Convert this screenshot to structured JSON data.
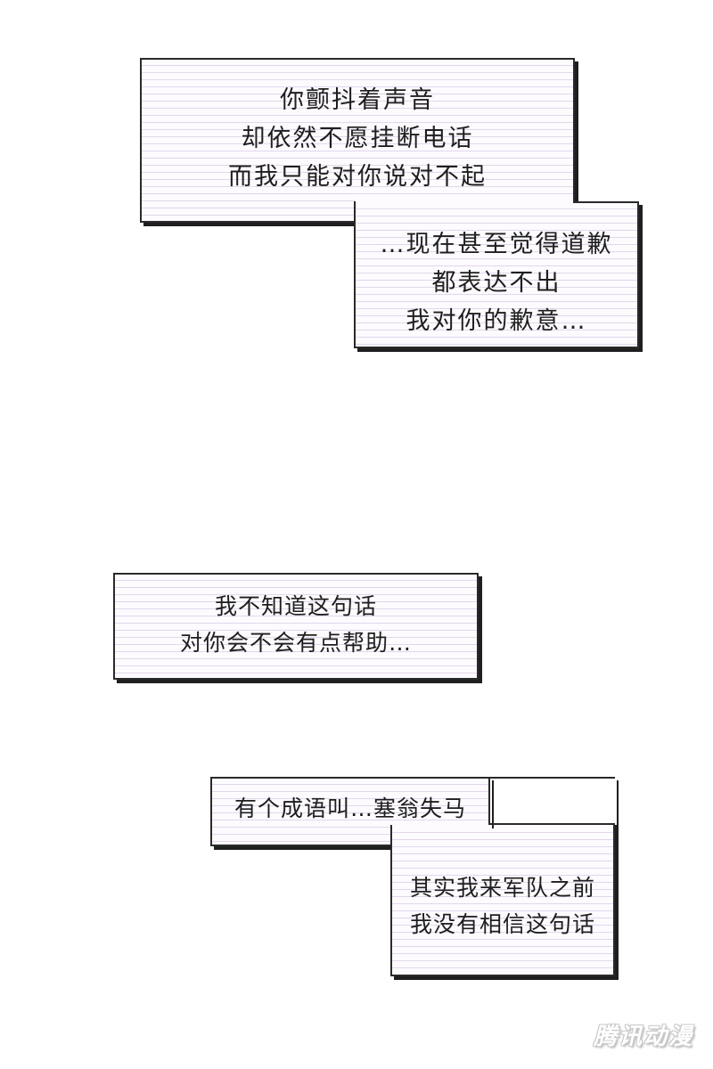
{
  "captions": [
    {
      "id": "caption-1",
      "lines": [
        "你颤抖着声音",
        "却依然不愿挂断电话",
        "而我只能对你说对不起"
      ]
    },
    {
      "id": "caption-2",
      "lines": [
        "…现在甚至觉得道歉",
        "都表达不出",
        "我对你的歉意…"
      ]
    },
    {
      "id": "caption-3",
      "lines": [
        "我不知道这句话",
        "对你会不会有点帮助…"
      ]
    },
    {
      "id": "caption-4",
      "lines": [
        "有个成语叫…塞翁失马"
      ]
    },
    {
      "id": "caption-5",
      "lines": [
        "其实我来军队之前",
        "我没有相信这句话"
      ]
    }
  ],
  "watermark": "腾讯动漫",
  "colors": {
    "background": "#ffffff",
    "paper": "#fdfbfe",
    "ruled_line": "#e2d7ec",
    "border": "#2a2a2a",
    "text": "#1e1e1e"
  }
}
